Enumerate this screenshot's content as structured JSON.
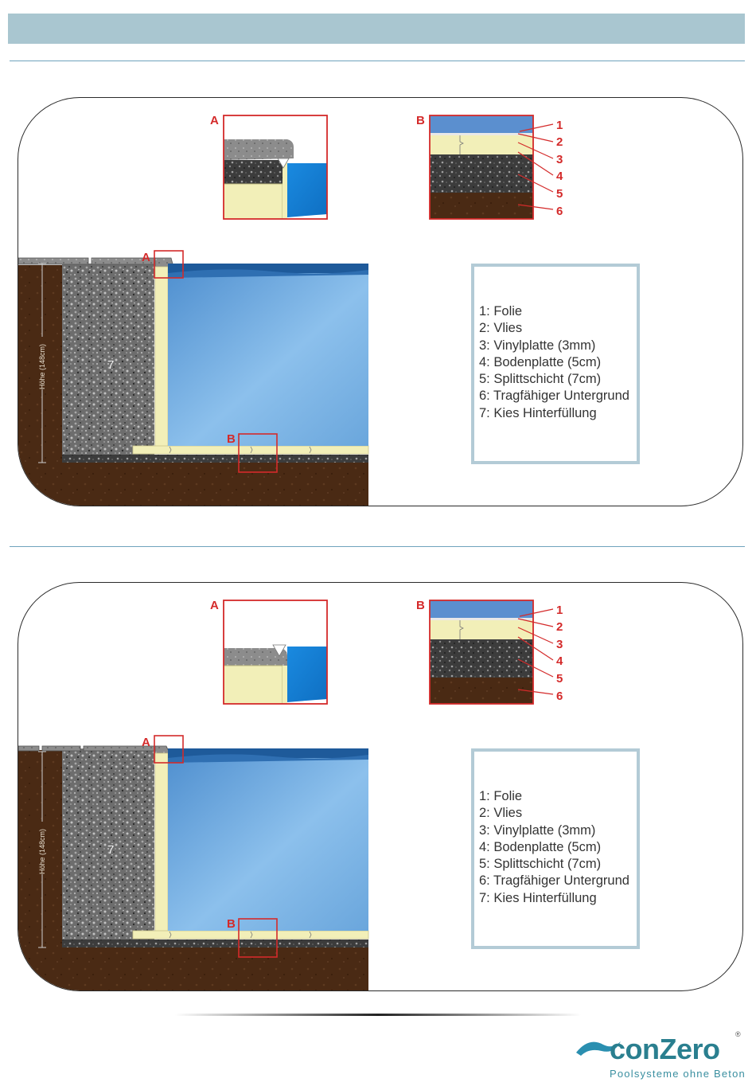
{
  "panels": [
    {
      "detail_a_label": "A",
      "detail_b_label": "B",
      "callout_a_label": "A",
      "callout_b_label": "B",
      "backfill_number": "7",
      "height_label": "Höhe (148cm)",
      "layer_numbers": [
        "1",
        "2",
        "3",
        "4",
        "5",
        "6"
      ],
      "legend": [
        "1: Folie",
        "2: Vlies",
        "3: Vinylplatte (3mm)",
        "4: Bodenplatte (5cm)",
        "5: Splittschicht (7cm)",
        "6: Tragfähiger Untergrund",
        "7: Kies Hinterfüllung"
      ]
    },
    {
      "detail_a_label": "A",
      "detail_b_label": "B",
      "callout_a_label": "A",
      "callout_b_label": "B",
      "backfill_number": "7",
      "height_label": "Höhe (148cm)",
      "layer_numbers": [
        "1",
        "2",
        "3",
        "4",
        "5",
        "6"
      ],
      "legend": [
        "1: Folie",
        "2: Vlies",
        "3: Vinylplatte (3mm)",
        "4: Bodenplatte (5cm)",
        "5: Splittschicht (7cm)",
        "6: Tragfähiger Untergrund",
        "7: Kies Hinterfüllung"
      ]
    }
  ],
  "logo": {
    "brand": "conZero",
    "tagline": "Poolsysteme ohne Beton",
    "registered": "®"
  },
  "colors": {
    "header_bar": "#a9c6d0",
    "callout_red": "#d42a2a",
    "water_blue": "#5a9fd8",
    "vinyl_yellow": "#f2efb8",
    "soil_brown": "#4a2a14",
    "gravel_grey": "#6a6a6a",
    "legend_border": "#b3cbd6"
  }
}
